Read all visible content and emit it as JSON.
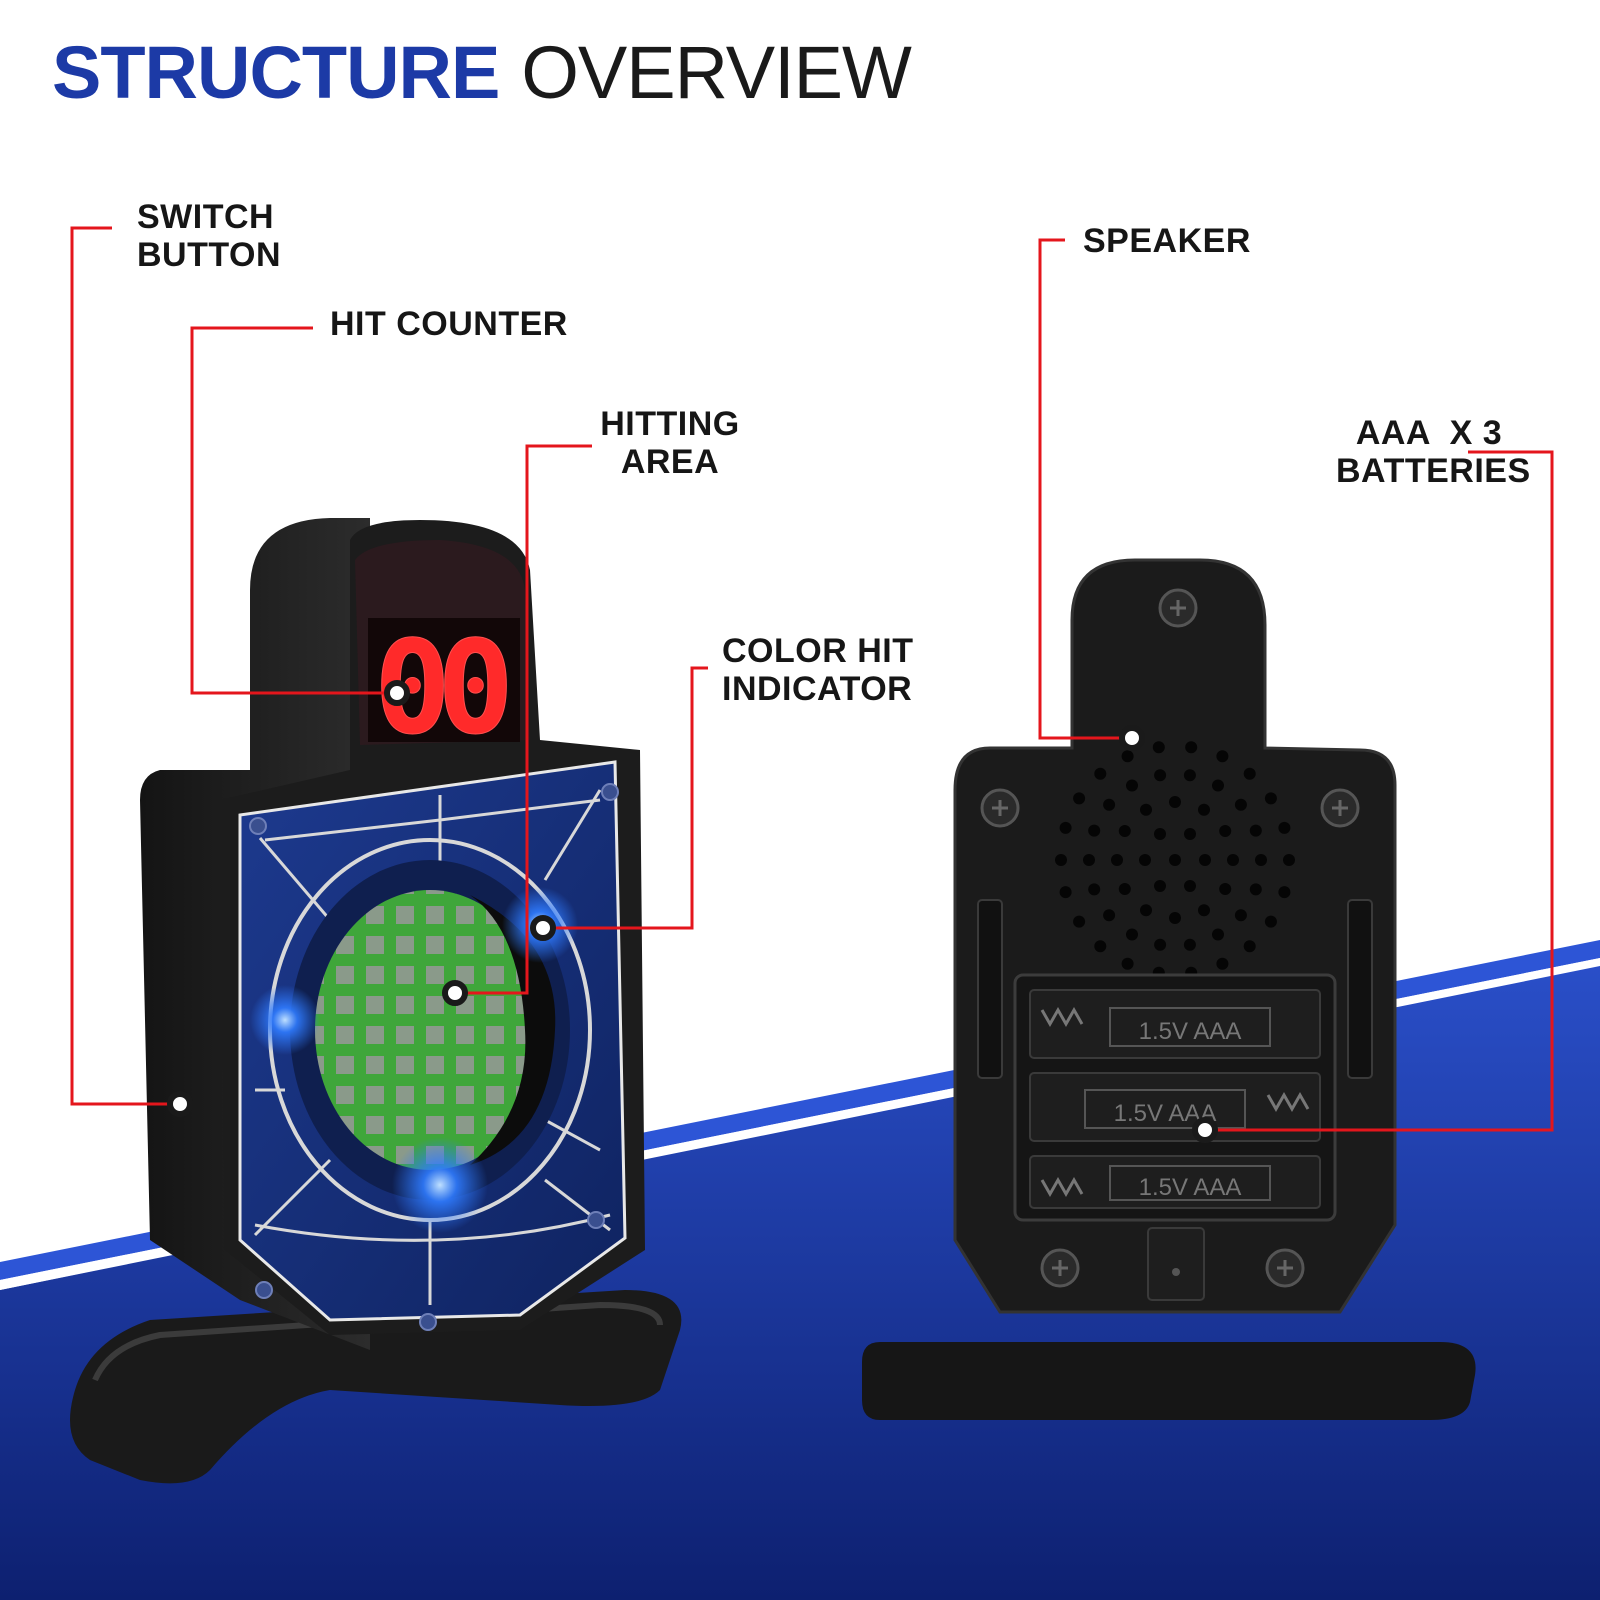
{
  "title": {
    "strong": "STRUCTURE",
    "light": "OVERVIEW"
  },
  "labels": {
    "switch_button": [
      "SWITCH",
      "BUTTON"
    ],
    "hit_counter": "HIT COUNTER",
    "hitting_area": [
      "HITTING",
      "AREA"
    ],
    "color_hit_indicator": [
      "COLOR HIT",
      "INDICATOR"
    ],
    "speaker": "SPEAKER",
    "batteries": [
      "AAA  X 3",
      "BATTERIES"
    ]
  },
  "device": {
    "counter_display": "00",
    "battery_labels": [
      "1.5V AAA",
      "1.5V AAA",
      "1.5V AAA"
    ]
  },
  "colors": {
    "accent_blue": "#1c3aa6",
    "callout_red": "#e4161c",
    "led_red": "#ff2a2a",
    "glow_blue": "#2f7bff",
    "target_green": "#3fa63a"
  },
  "icons": [
    "callout-dot-icon",
    "screw-icon",
    "spring-icon"
  ]
}
